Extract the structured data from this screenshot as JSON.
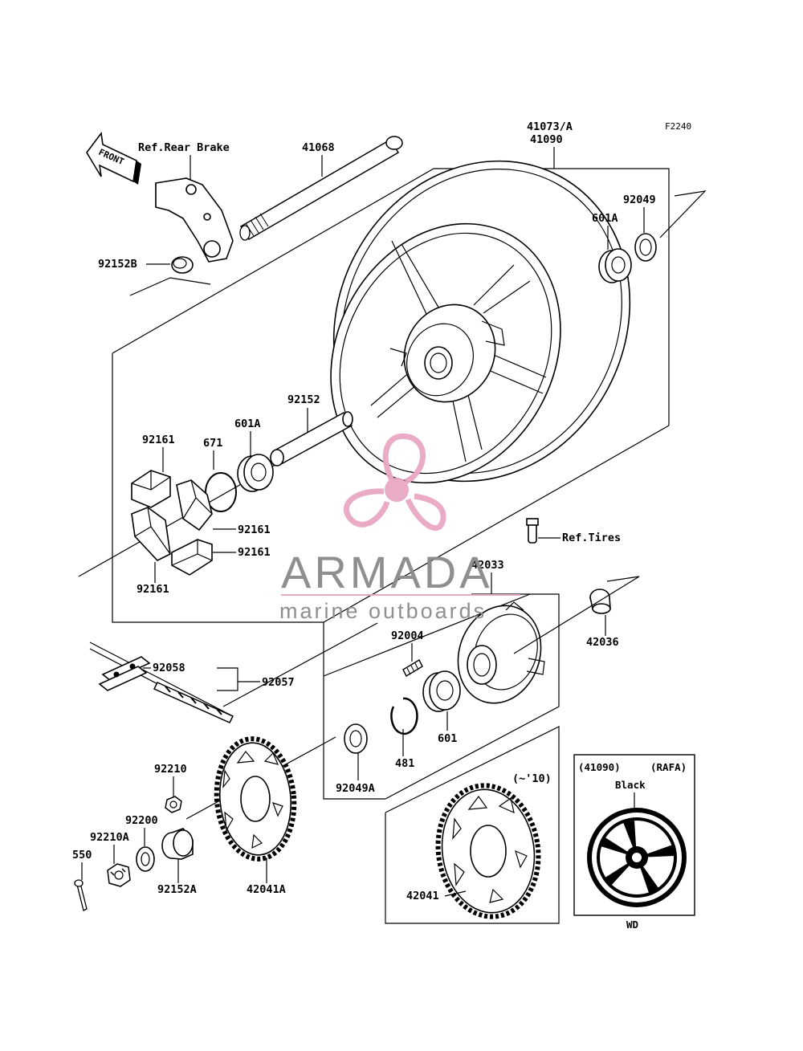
{
  "diagram_code": "F2240",
  "front_arrow": "FRONT",
  "labels": {
    "ref_rear_brake": "Ref.Rear Brake",
    "axle": "41068",
    "wheel_a": "41073/A",
    "wheel_b": "41090",
    "seal_92049": "92049",
    "bearing_601A_right": "601A",
    "collar_92152B": "92152B",
    "collar_92152": "92152",
    "bearing_601A_left": "601A",
    "oring_671": "671",
    "damper_92161_top": "92161",
    "damper_92161_mid": "92161",
    "damper_92161_low": "92161",
    "damper_92161_bottom": "92161",
    "ref_tires": "Ref.Tires",
    "coupling_42033": "42033",
    "collar_42036": "42036",
    "stud_92004": "92004",
    "link_92058": "92058",
    "chain_92057": "92057",
    "bearing_601": "601",
    "circlip_481": "481",
    "seal_92049A": "92049A",
    "nut_92210": "92210",
    "washer_92200": "92200",
    "nut_92210A": "92210A",
    "pin_550": "550",
    "collar_92152A": "92152A",
    "sprocket_42041A": "42041A",
    "sprocket_42041": "42041",
    "variant_note": "(~'10)",
    "inset_part": "(41090)",
    "inset_code": "(RAFA)",
    "inset_color": "Black",
    "inset_bottom": "WD"
  },
  "watermark": {
    "brand": "ARMADA",
    "tagline": "marine outboards",
    "brand_color": "#8a8a8a",
    "logo_color": "#e9a7c4"
  }
}
